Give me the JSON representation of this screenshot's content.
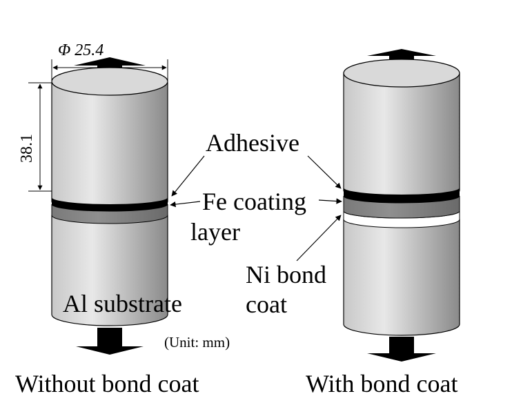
{
  "labels": {
    "diameter": "Φ 25.4",
    "height": "38.1",
    "adhesive": "Adhesive",
    "fe_coating_line1": "Fe coating",
    "fe_coating_line2": "layer",
    "ni_bond_line1": "Ni bond",
    "ni_bond_line2": "coat",
    "al_substrate": "Al substrate",
    "unit": "(Unit: mm)",
    "caption_left": "Without bond coat",
    "caption_right": "With bond coat"
  },
  "colors": {
    "cylinder_light": "#e6e6e6",
    "cylinder_dark": "#8c8c8c",
    "top_face": "#d9d9d9",
    "adhesive_band": "#000000",
    "fe_layer": "#808080",
    "ni_layer": "#ffffff",
    "outline": "#000000"
  }
}
